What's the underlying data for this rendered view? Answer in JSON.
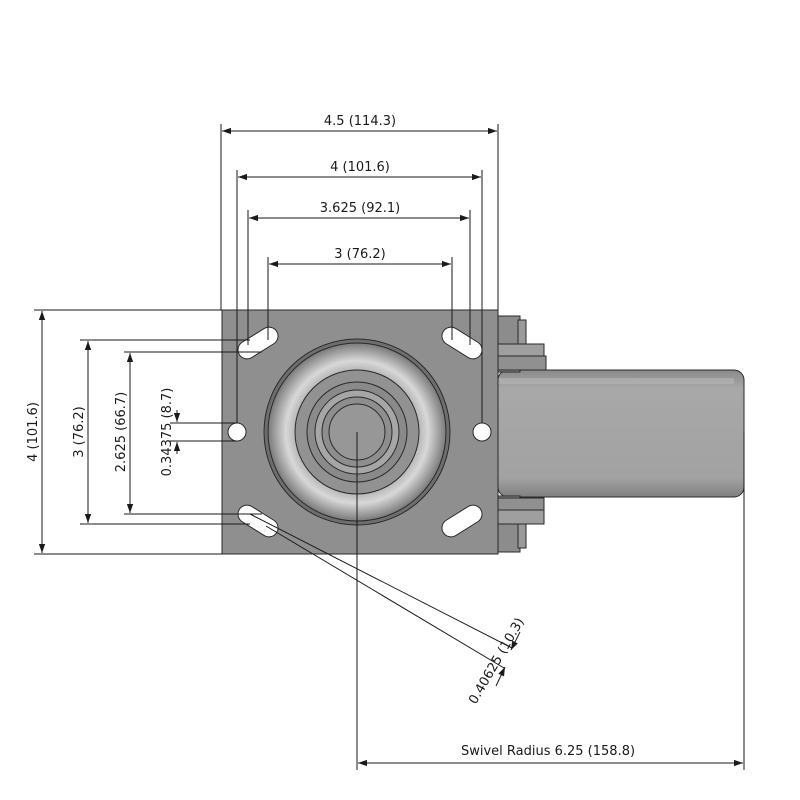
{
  "drawing": {
    "colors": {
      "plate": "#8f8f8f",
      "plate_dark": "#7a7a7a",
      "wheel": "#9b9b9b",
      "wheel_highlight": "#d2d2d2",
      "background": "#ffffff",
      "line": "#1a1a1a"
    },
    "dimensions": {
      "plate_width": "4.5 (114.3)",
      "bolt_outer_width": "4 (101.6)",
      "slot_outer_width": "3.625 (92.1)",
      "slot_inner_width": "3 (76.2)",
      "plate_height": "4 (101.6)",
      "bolt_height_outer": "3 (76.2)",
      "bolt_height_inner": "2.625 (66.7)",
      "hole_offset": "0.34375 (8.7)",
      "slot_width": "0.40625 (10.3)",
      "swivel_radius": "Swivel Radius 6.25 (158.8)"
    }
  }
}
